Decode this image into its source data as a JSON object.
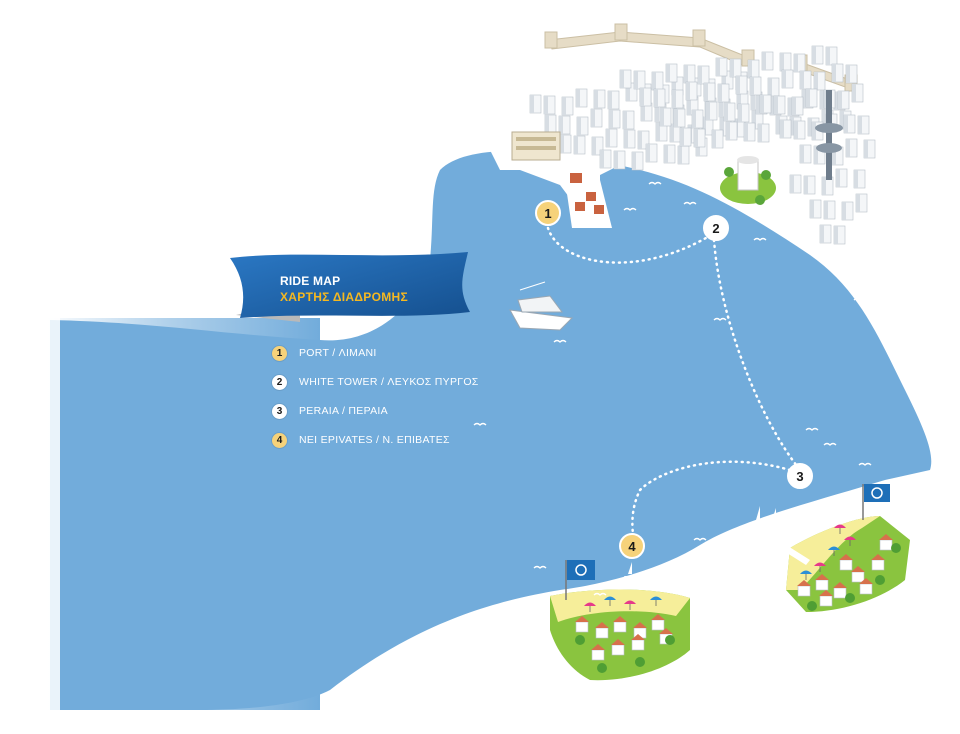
{
  "banner": {
    "title": "RIDE MAP",
    "subtitle": "ΧΑΡΤΗΣ ΔΙΑΔΡΟΜΗΣ"
  },
  "legend": [
    {
      "number": "1",
      "label": "PORT / ΛΙΜΑΝΙ",
      "badge_color": "#f6d27a"
    },
    {
      "number": "2",
      "label": "WHITE TOWER / ΛΕΥΚΟΣ ΠΥΡΓΟΣ",
      "badge_color": "#ffffff"
    },
    {
      "number": "3",
      "label": "PERAIA / ΠΕΡΑΙΑ",
      "badge_color": "#ffffff"
    },
    {
      "number": "4",
      "label": "NEI EPIVATES / Ν. ΕΠΙΒΑΤΕΣ",
      "badge_color": "#f6d27a"
    }
  ],
  "stops": [
    {
      "number": "1",
      "badge_color": "#f6d27a"
    },
    {
      "number": "2",
      "badge_color": "#ffffff"
    },
    {
      "number": "3",
      "badge_color": "#ffffff"
    },
    {
      "number": "4",
      "badge_color": "#f6d27a"
    }
  ],
  "colors": {
    "sea": "#72acdb",
    "banner": "#1f64ad",
    "banner_accent": "#f5b820",
    "beach": "#f6ee9a",
    "grass": "#8ac43f",
    "flag": "#1e6fb8"
  },
  "icons": [
    "boat-icon",
    "blue-flag-icon",
    "beach-umbrella-icon",
    "tree-icon",
    "building-icon",
    "sailboat-icon",
    "seagull-icon"
  ]
}
